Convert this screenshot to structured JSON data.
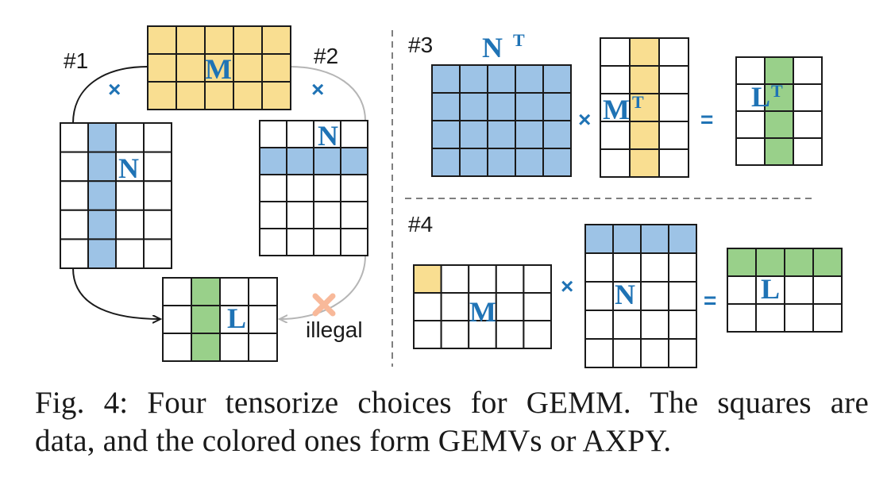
{
  "colors": {
    "yellow": "#F9DE91",
    "blue": "#9DC3E6",
    "green": "#99D08A",
    "label": "#1F73B5",
    "grid": "#1a1a1a",
    "illegal_mark": "#F8B99A",
    "gray_arrow": "#B5B5B5"
  },
  "panel1": {
    "tag1": "#1",
    "tag2": "#2",
    "times": "×",
    "matrix_m": "M",
    "matrix_n_left": "N",
    "matrix_n_right": "N",
    "matrix_l": "L",
    "illegal": "illegal",
    "illegal_mark_icon": "cross"
  },
  "panel3": {
    "tag": "#3",
    "nt": "N",
    "nt_sup": "T",
    "mt": "M",
    "mt_sup": "T",
    "lt": "L",
    "lt_sup": "T",
    "times": "×",
    "equals": "="
  },
  "panel4": {
    "tag": "#4",
    "m": "M",
    "n": "N",
    "l": "L",
    "times": "×",
    "equals": "="
  },
  "caption": {
    "line1": "Fig. 4: Four tensorize choices for GEMM. The squares are",
    "line2": "data, and the colored ones form GEMVs or AXPY."
  }
}
